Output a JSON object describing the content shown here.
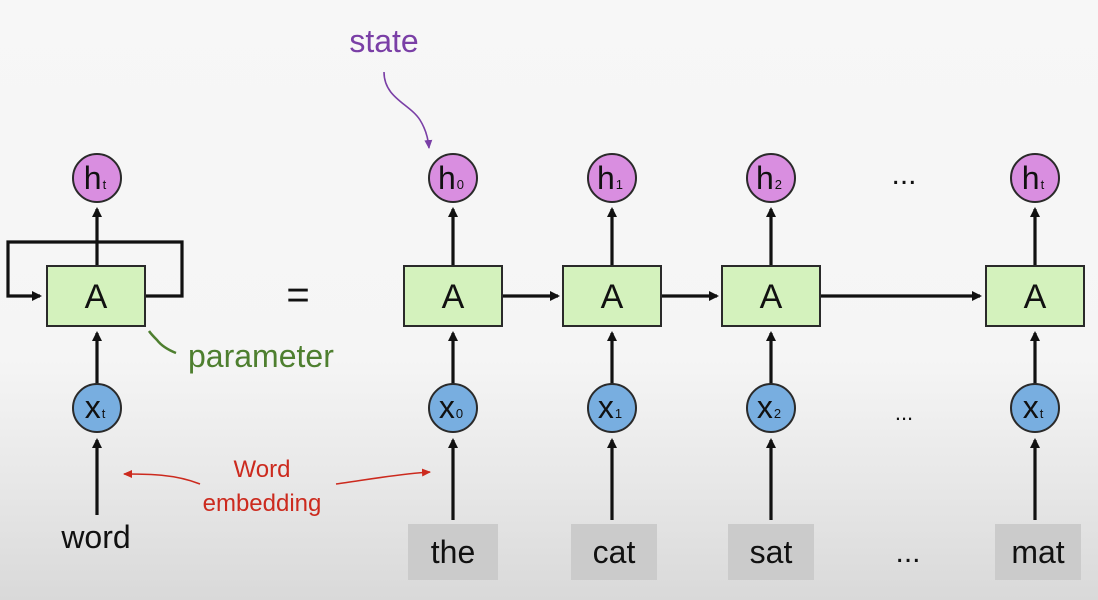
{
  "annotations": {
    "state": "state",
    "parameter": "parameter",
    "word_embedding_line1": "Word",
    "word_embedding_line2": "embedding",
    "equals": "=",
    "ellipsis": "..."
  },
  "colors": {
    "state_annotation": "#7a3fa6",
    "parameter_annotation": "#4e7f2f",
    "embedding_annotation": "#cc2a1e",
    "hidden_node": "#d98ee0",
    "input_node": "#78aee0",
    "cell": "#d4f2bd"
  },
  "folded": {
    "hidden": {
      "main": "h",
      "sub": "t"
    },
    "cell": "A",
    "input": {
      "main": "x",
      "sub": "t"
    },
    "word": "word"
  },
  "unrolled": [
    {
      "hidden": {
        "main": "h",
        "sub": "0"
      },
      "cell": "A",
      "input": {
        "main": "x",
        "sub": "0"
      },
      "word": "the"
    },
    {
      "hidden": {
        "main": "h",
        "sub": "1"
      },
      "cell": "A",
      "input": {
        "main": "x",
        "sub": "1"
      },
      "word": "cat"
    },
    {
      "hidden": {
        "main": "h",
        "sub": "2"
      },
      "cell": "A",
      "input": {
        "main": "x",
        "sub": "2"
      },
      "word": "sat"
    },
    {
      "hidden": {
        "main": "h",
        "sub": "t"
      },
      "cell": "A",
      "input": {
        "main": "x",
        "sub": "t"
      },
      "word": "mat"
    }
  ]
}
